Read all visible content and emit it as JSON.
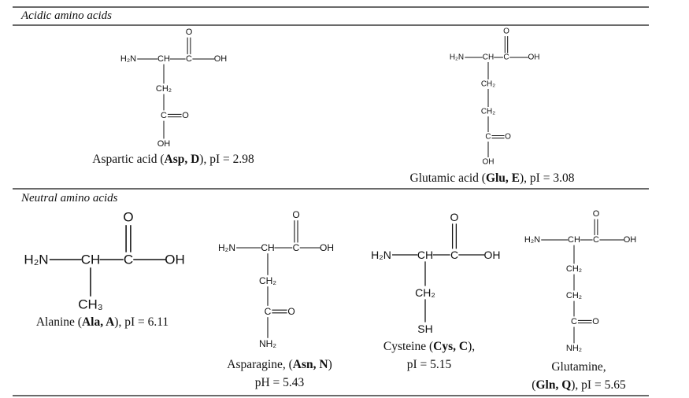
{
  "sections": {
    "acidic": {
      "title": "Acidic amino acids"
    },
    "neutral": {
      "title": "Neutral amino acids"
    }
  },
  "molecules": {
    "asp": {
      "main": [
        "H₂N",
        "CH",
        "C",
        "OH"
      ],
      "top_o": "O",
      "side": [
        "CH₂",
        "C",
        "OH"
      ],
      "co_o": "O",
      "caption": [
        {
          "pre": "Aspartic acid (",
          "bold": "Asp, D",
          "post": "), pI = 2.98"
        }
      ]
    },
    "glu": {
      "main": [
        "H₂N",
        "CH",
        "C",
        "OH"
      ],
      "top_o": "O",
      "side": [
        "CH₂",
        "CH₂",
        "C",
        "OH"
      ],
      "co_o": "O",
      "caption": [
        {
          "pre": "Glutamic acid (",
          "bold": "Glu, E",
          "post": "), pI = 3.08"
        }
      ]
    },
    "ala": {
      "main": [
        "H₂N",
        "CH",
        "C",
        "OH"
      ],
      "top_o": "O",
      "side": [
        "CH₃"
      ],
      "caption": [
        {
          "pre": "Alanine (",
          "bold": "Ala, A",
          "post": "), pI = 6.11"
        }
      ]
    },
    "asn": {
      "main": [
        "H₂N",
        "CH",
        "C",
        "OH"
      ],
      "top_o": "O",
      "side": [
        "CH₂",
        "C",
        "NH₂"
      ],
      "co_o": "O",
      "caption": [
        {
          "pre": "Asparagine, (",
          "bold": "Asn, N",
          "post": ")"
        },
        {
          "pre": "pH = 5.43",
          "bold": "",
          "post": ""
        }
      ]
    },
    "cys": {
      "main": [
        "H₂N",
        "CH",
        "C",
        "OH"
      ],
      "top_o": "O",
      "side": [
        "CH₂",
        "SH"
      ],
      "caption": [
        {
          "pre": "Cysteine (",
          "bold": "Cys, C",
          "post": "),"
        },
        {
          "pre": "pI = 5.15",
          "bold": "",
          "post": ""
        }
      ]
    },
    "gln": {
      "main": [
        "H₂N",
        "CH",
        "C",
        "OH"
      ],
      "top_o": "O",
      "side": [
        "CH₂",
        "CH₂",
        "C",
        "NH₂"
      ],
      "co_o": "O",
      "caption": [
        {
          "pre": "Glutamine,",
          "bold": "",
          "post": ""
        },
        {
          "pre": "(",
          "bold": "Gln, Q",
          "post": "), pI = 5.65"
        }
      ]
    }
  }
}
